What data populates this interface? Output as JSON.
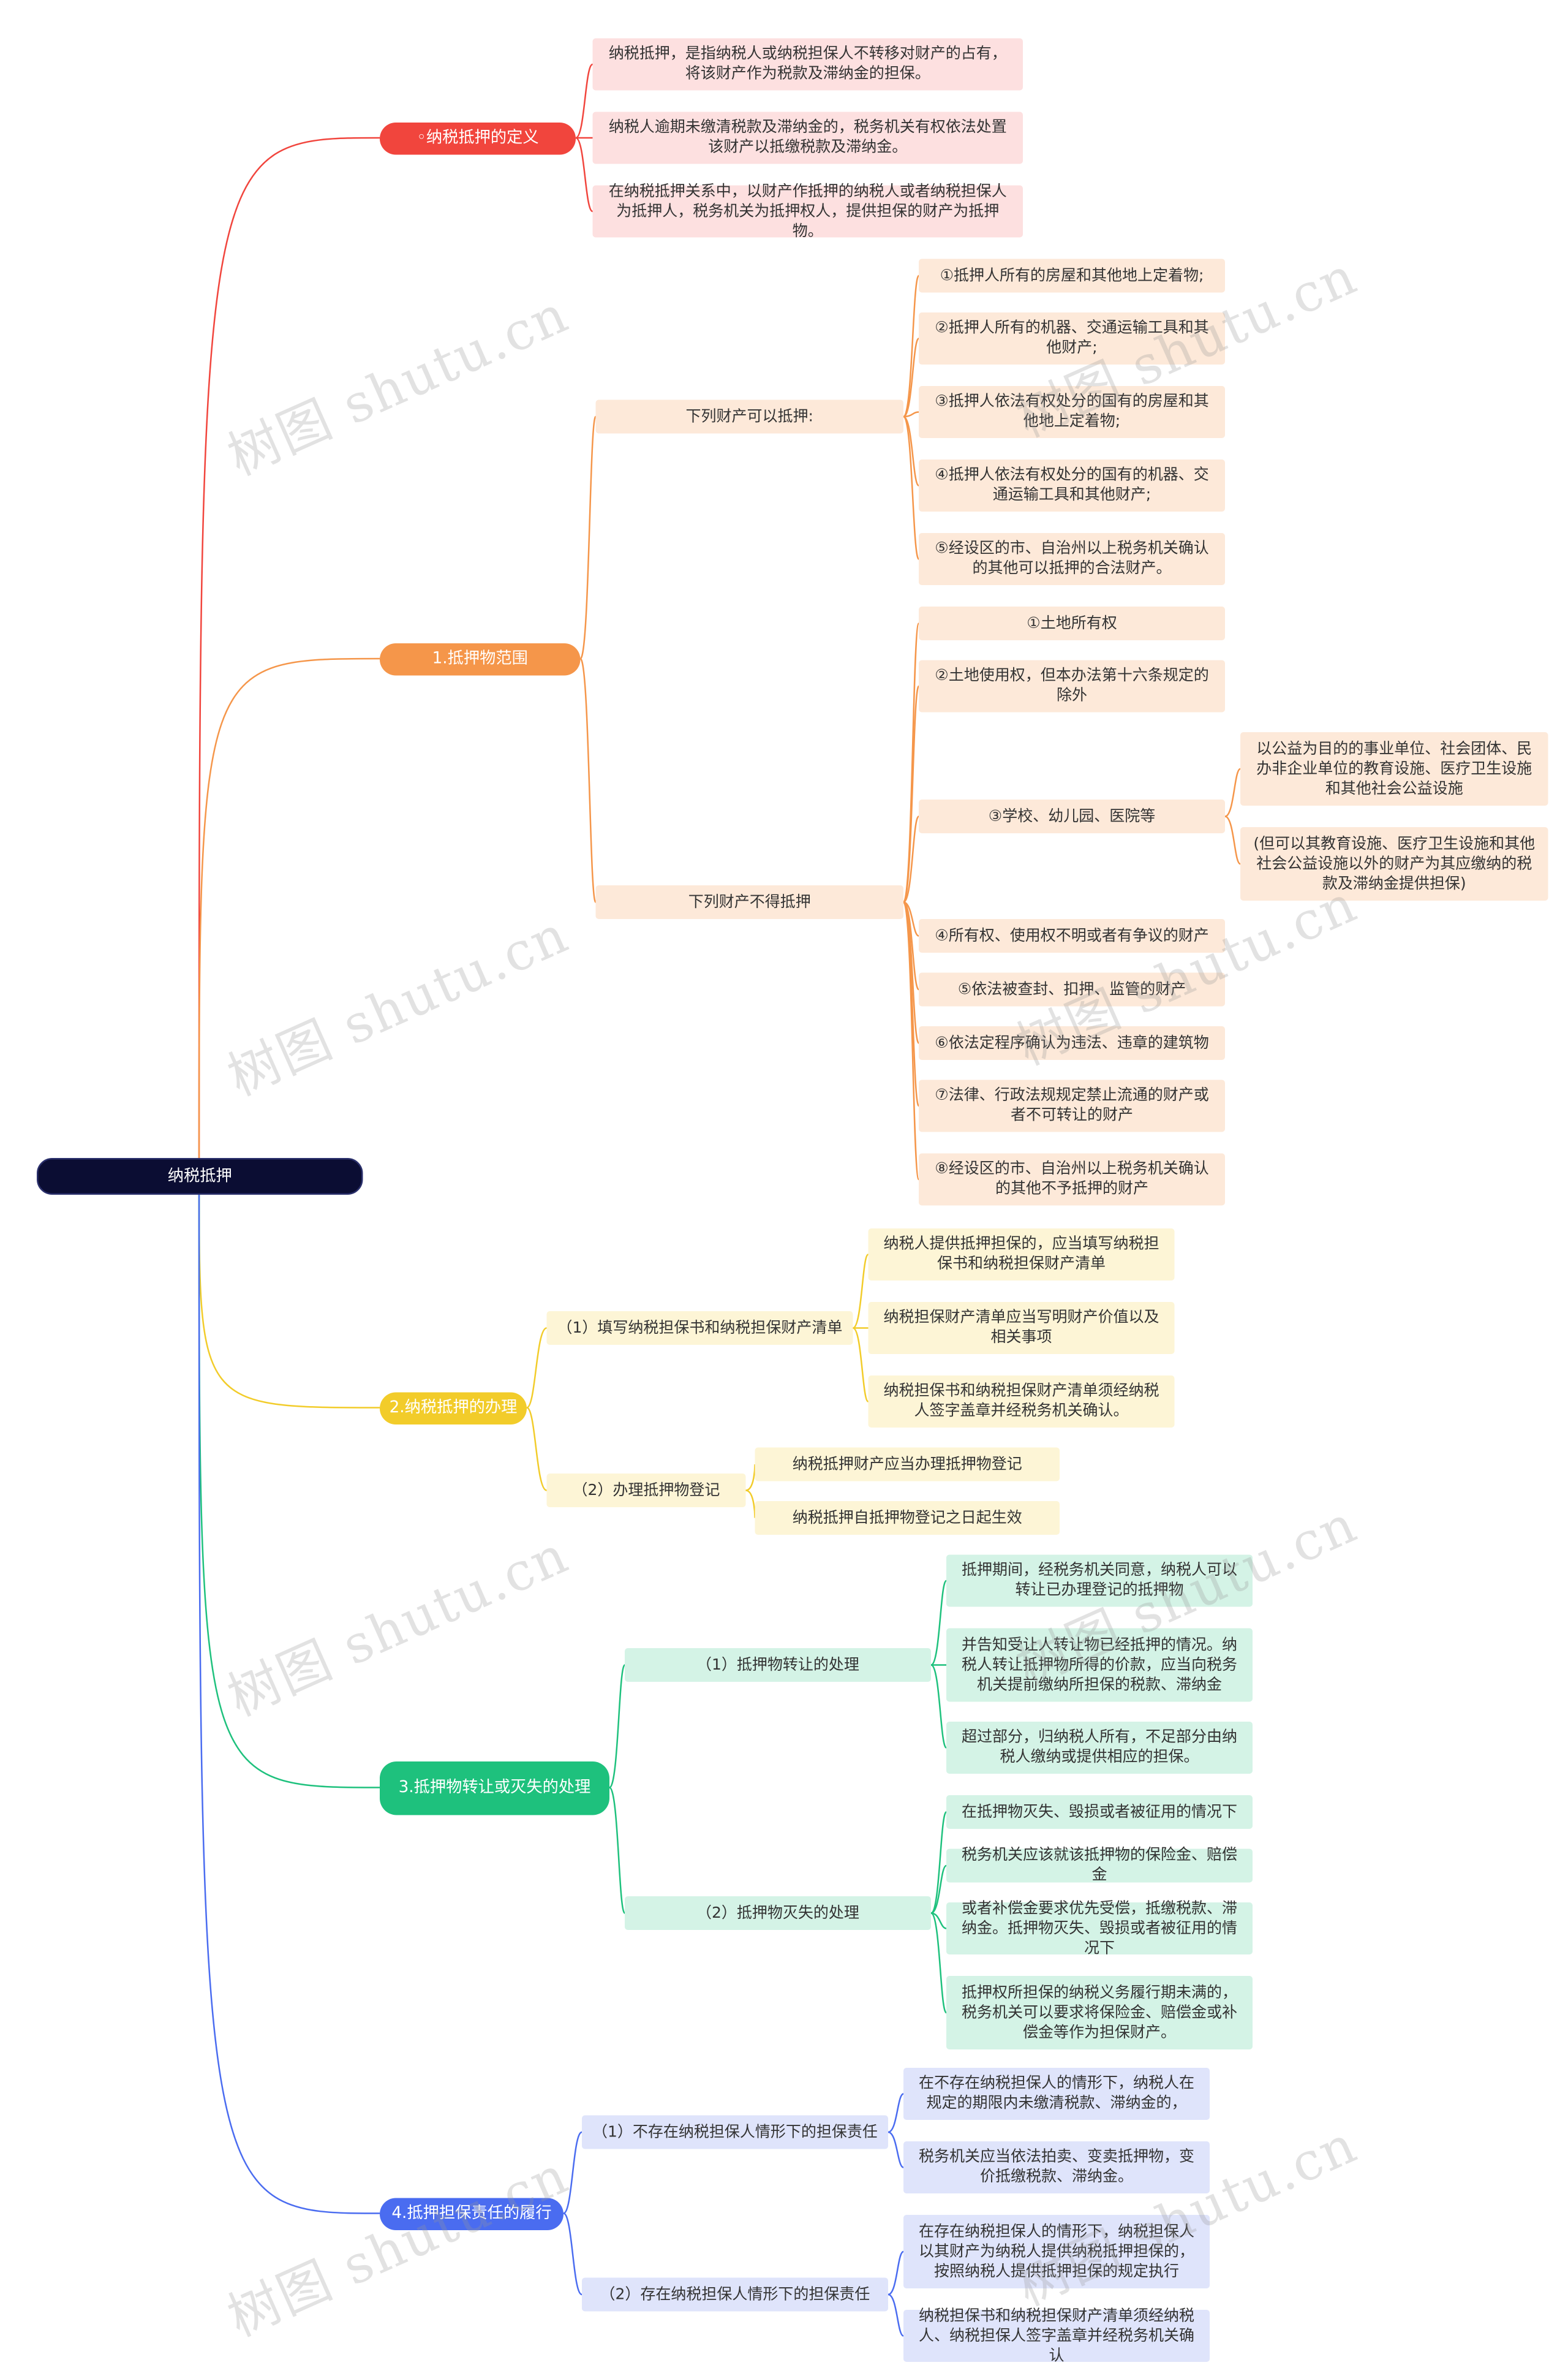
{
  "root": {
    "label": "纳税抵押"
  },
  "watermark": "树图 shutu.cn",
  "colors": {
    "red": "#f1453d",
    "orange": "#f5964a",
    "yellow": "#f2cc2a",
    "green": "#1ec17d",
    "blue": "#4a6cf0",
    "root": "#0b0d33"
  },
  "branches": [
    {
      "label": "◦纳税抵押的定义",
      "items": [
        {
          "text": "纳税抵押，是指纳税人或纳税担保人不转移对财产的占有，将该财产作为税款及滞纳金的担保。"
        },
        {
          "text": "纳税人逾期未缴清税款及滞纳金的，税务机关有权依法处置该财产以抵缴税款及滞纳金。"
        },
        {
          "text": "在纳税抵押关系中，以财产作抵押的纳税人或者纳税担保人为抵押人，税务机关为抵押权人，提供担保的财产为抵押物。"
        }
      ]
    },
    {
      "label": "1.抵押物范围",
      "items": [
        {
          "text": "下列财产可以抵押:",
          "children": [
            {
              "text": "①抵押人所有的房屋和其他地上定着物;"
            },
            {
              "text": "②抵押人所有的机器、交通运输工具和其他财产;"
            },
            {
              "text": "③抵押人依法有权处分的国有的房屋和其他地上定着物;"
            },
            {
              "text": "④抵押人依法有权处分的国有的机器、交通运输工具和其他财产;"
            },
            {
              "text": "⑤经设区的市、自治州以上税务机关确认的其他可以抵押的合法财产。"
            }
          ]
        },
        {
          "text": "下列财产不得抵押",
          "children": [
            {
              "text": "①土地所有权"
            },
            {
              "text": "②土地使用权，但本办法第十六条规定的除外"
            },
            {
              "text": "③学校、幼儿园、医院等",
              "children": [
                {
                  "text": "以公益为目的的事业单位、社会团体、民办非企业单位的教育设施、医疗卫生设施和其他社会公益设施"
                },
                {
                  "text": "(但可以其教育设施、医疗卫生设施和其他社会公益设施以外的财产为其应缴纳的税款及滞纳金提供担保)"
                }
              ]
            },
            {
              "text": "④所有权、使用权不明或者有争议的财产"
            },
            {
              "text": "⑤依法被查封、扣押、监管的财产"
            },
            {
              "text": "⑥依法定程序确认为违法、违章的建筑物"
            },
            {
              "text": "⑦法律、行政法规规定禁止流通的财产或者不可转让的财产"
            },
            {
              "text": "⑧经设区的市、自治州以上税务机关确认的其他不予抵押的财产"
            }
          ]
        }
      ]
    },
    {
      "label": "2.纳税抵押的办理",
      "items": [
        {
          "text": "（1）填写纳税担保书和纳税担保财产清单",
          "children": [
            {
              "text": "纳税人提供抵押担保的，应当填写纳税担保书和纳税担保财产清单"
            },
            {
              "text": "纳税担保财产清单应当写明财产价值以及相关事项"
            },
            {
              "text": "纳税担保书和纳税担保财产清单须经纳税人签字盖章并经税务机关确认。"
            }
          ]
        },
        {
          "text": "（2）办理抵押物登记",
          "children": [
            {
              "text": "纳税抵押财产应当办理抵押物登记"
            },
            {
              "text": "纳税抵押自抵押物登记之日起生效"
            }
          ]
        }
      ]
    },
    {
      "label": "3.抵押物转让或灭失的处理",
      "items": [
        {
          "text": "（1）抵押物转让的处理",
          "children": [
            {
              "text": "抵押期间，经税务机关同意，纳税人可以转让已办理登记的抵押物"
            },
            {
              "text": "并告知受让人转让物已经抵押的情况。纳税人转让抵押物所得的价款，应当向税务机关提前缴纳所担保的税款、滞纳金"
            },
            {
              "text": "超过部分，归纳税人所有，不足部分由纳税人缴纳或提供相应的担保。"
            }
          ]
        },
        {
          "text": "（2）抵押物灭失的处理",
          "children": [
            {
              "text": "在抵押物灭失、毁损或者被征用的情况下"
            },
            {
              "text": "税务机关应该就该抵押物的保险金、赔偿金"
            },
            {
              "text": "或者补偿金要求优先受偿，抵缴税款、滞纳金。抵押物灭失、毁损或者被征用的情况下"
            },
            {
              "text": "抵押权所担保的纳税义务履行期未满的，税务机关可以要求将保险金、赔偿金或补偿金等作为担保财产。"
            }
          ]
        }
      ]
    },
    {
      "label": "4.抵押担保责任的履行",
      "items": [
        {
          "text": "（1）不存在纳税担保人情形下的担保责任",
          "children": [
            {
              "text": "在不存在纳税担保人的情形下，纳税人在规定的期限内未缴清税款、滞纳金的，"
            },
            {
              "text": "税务机关应当依法拍卖、变卖抵押物，变价抵缴税款、滞纳金。"
            }
          ]
        },
        {
          "text": "（2）存在纳税担保人情形下的担保责任",
          "children": [
            {
              "text": "在存在纳税担保人的情形下，纳税担保人以其财产为纳税人提供纳税抵押担保的，按照纳税人提供抵押担保的规定执行"
            },
            {
              "text": "纳税担保书和纳税担保财产清单须经纳税人、纳税担保人签字盖章并经税务机关确认"
            }
          ]
        }
      ]
    }
  ]
}
